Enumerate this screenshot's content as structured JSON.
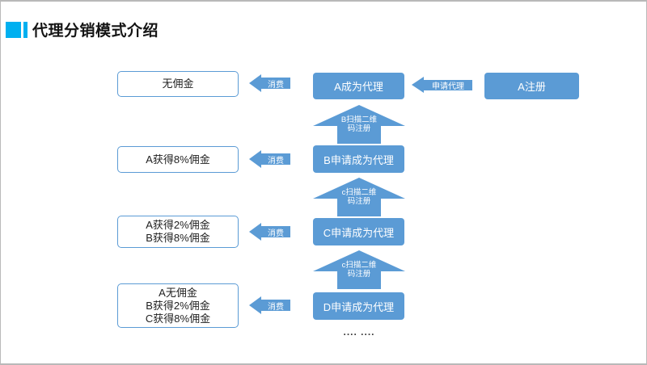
{
  "title": {
    "text": "代理分销模式介绍"
  },
  "colors": {
    "accent_cyan": "#00B0F0",
    "shape_blue": "#5B9BD5",
    "frame_gray": "#B9B9B9"
  },
  "flow": {
    "register": {
      "label": "A注册"
    },
    "apply_arrow": {
      "label": "申请代理"
    },
    "rows": [
      {
        "agent": "A成为代理",
        "consume": "消费",
        "results": [
          "无佣金"
        ]
      },
      {
        "agent": "B申请成为代理",
        "consume": "消费",
        "results": [
          "A获得8%佣金"
        ],
        "up": {
          "line1": "B扫描二维",
          "line2": "码注册"
        }
      },
      {
        "agent": "C申请成为代理",
        "consume": "消费",
        "results": [
          "A获得2%佣金",
          "B获得8%佣金"
        ],
        "up": {
          "line1": "c扫描二维",
          "line2": "码注册"
        }
      },
      {
        "agent": "D申请成为代理",
        "consume": "消费",
        "results": [
          "A无佣金",
          "B获得2%佣金",
          "C获得8%佣金"
        ],
        "up": {
          "line1": "c扫描二维",
          "line2": "码注册"
        }
      }
    ],
    "ellipsis": ".... ...."
  }
}
